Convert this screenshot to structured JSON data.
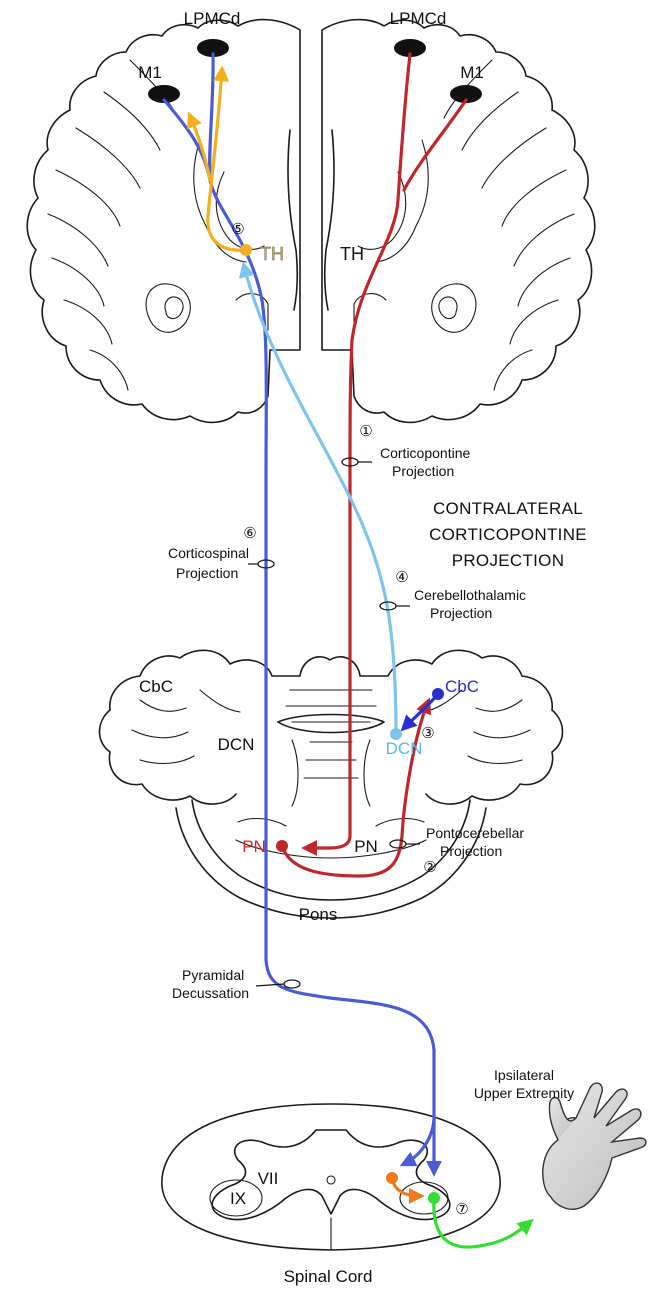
{
  "colors": {
    "corticospinal": "#4b5bd6",
    "corticopontine": "#c0272d",
    "cerebellothalamic": "#7ec4ee",
    "thalamocortical": "#f2b01e",
    "cerebellar_nuclei": "#2a2fd0",
    "interneuron": "#f07b1c",
    "motor_output": "#33dd33",
    "label_red": "#d8252b",
    "label_blue": "#2a2fd0",
    "label_lightblue": "#5ab8ea",
    "label_gold": "#e3a614"
  },
  "labels": {
    "lpmcd_left": "LPMCd",
    "lpmcd_right": "LPMCd",
    "m1_left": "M1",
    "m1_right": "M1",
    "th_left": "TH",
    "th_right": "TH",
    "title_line1": "CONTRALATERAL",
    "title_line2": "CORTICOPONTINE",
    "title_line3": "PROJECTION",
    "corticopontine_l1": "Corticopontine",
    "corticopontine_l2": "Projection",
    "corticospinal_l1": "Corticospinal",
    "corticospinal_l2": "Projection",
    "cerebellothalamic_l1": "Cerebellothalamic",
    "cerebellothalamic_l2": "Projection",
    "pontocerebellar_l1": "Pontocerebellar",
    "pontocerebellar_l2": "Projection",
    "pyramidal_l1": "Pyramidal",
    "pyramidal_l2": "Decussation",
    "ipsilateral_l1": "Ipsilateral",
    "ipsilateral_l2": "Upper Extremity",
    "cbc_left": "CbC",
    "cbc_right": "CbC",
    "dcn_left": "DCN",
    "dcn_right": "DCN",
    "pn_left": "PN",
    "pn_right": "PN",
    "pons": "Pons",
    "spinal_cord": "Spinal Cord",
    "lamina_vii": "VII",
    "lamina_ix": "IX"
  },
  "steps": {
    "s1": "①",
    "s2": "②",
    "s3": "③",
    "s4": "④",
    "s5": "⑤",
    "s6": "⑥",
    "s7": "⑦"
  }
}
